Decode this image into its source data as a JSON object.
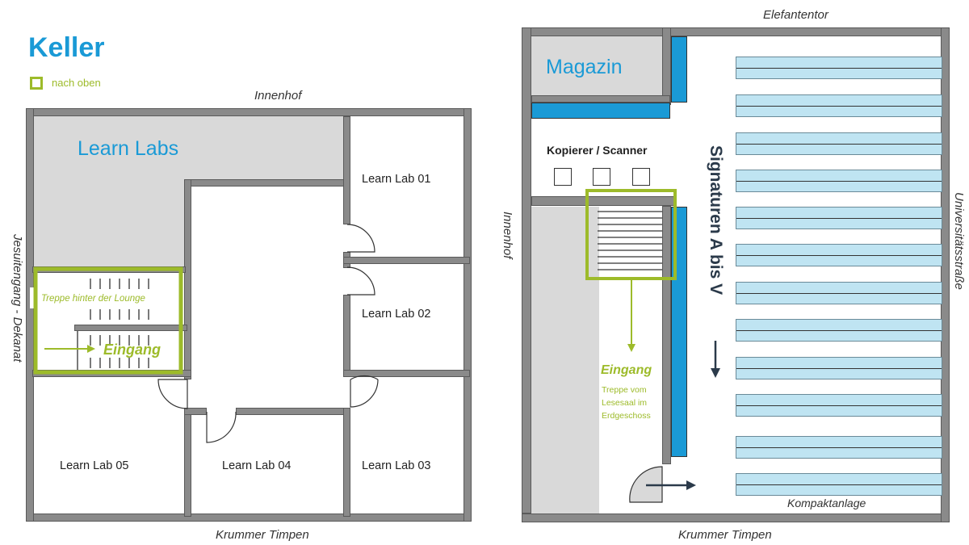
{
  "title": "Keller",
  "legend": {
    "label": "nach oben",
    "color": "#9dbb2a"
  },
  "left_plan": {
    "top_label": "Innenhof",
    "bottom_label": "Krummer Timpen",
    "side_label": "Jesuitengang - Dekanat",
    "area_label": "Learn Labs",
    "rooms": {
      "lab01": "Learn Lab 01",
      "lab02": "Learn Lab 02",
      "lab03": "Learn Lab 03",
      "lab04": "Learn Lab 04",
      "lab05": "Learn Lab 05"
    },
    "stair_note": "Treppe hinter der Lounge",
    "entrance": "Eingang"
  },
  "right_plan": {
    "top_label": "Elefantentor",
    "bottom_label": "Krummer Timpen",
    "left_label": "Innenhof",
    "right_label": "Universitätsstraße",
    "magazin": "Magazin",
    "copier_label": "Kopierer / Scanner",
    "signatures": "Signaturen A bis V",
    "entrance": "Eingang",
    "stair_note": [
      "Treppe vom",
      "Lesesaal im",
      "Erdgeschoss"
    ],
    "kompakt": "Kompaktanlage"
  },
  "colors": {
    "accent_blue": "#1a9ad6",
    "green": "#9dbb2a",
    "shelf": "#bfe4f2",
    "wall": "#8a8a8a"
  }
}
